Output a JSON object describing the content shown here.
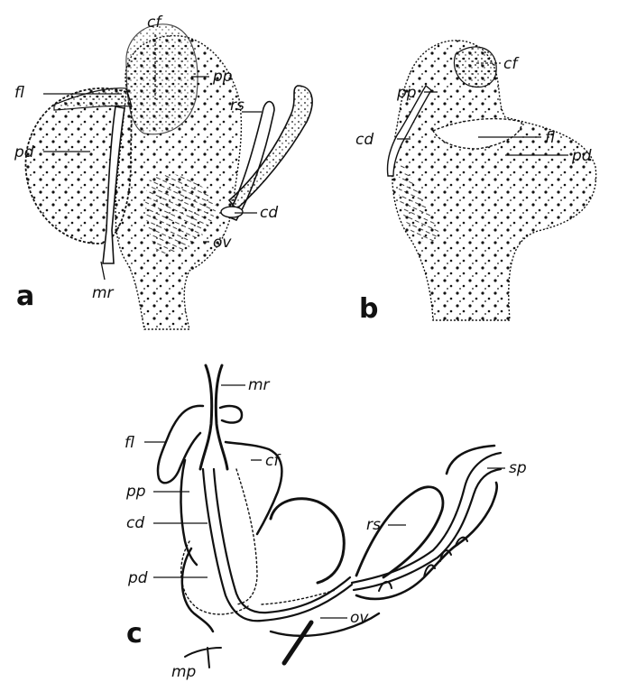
{
  "figure": {
    "panels": [
      {
        "letter": "a",
        "labels": {
          "cf": "cf",
          "pp": "pp",
          "fl": "fl",
          "rs": "rs",
          "pd": "pd",
          "cd": "cd",
          "ov": "ov",
          "mr": "mr"
        }
      },
      {
        "letter": "b",
        "labels": {
          "cf": "cf",
          "pp": "pp",
          "cd": "cd",
          "fl": "fl",
          "pd": "pd"
        }
      },
      {
        "letter": "c",
        "labels": {
          "mr": "mr",
          "fl": "fl",
          "cf": "cf",
          "sp": "sp",
          "pp": "pp",
          "cd": "cd",
          "rs": "rs",
          "pd": "pd",
          "ov": "ov",
          "mp": "mp"
        }
      }
    ]
  }
}
